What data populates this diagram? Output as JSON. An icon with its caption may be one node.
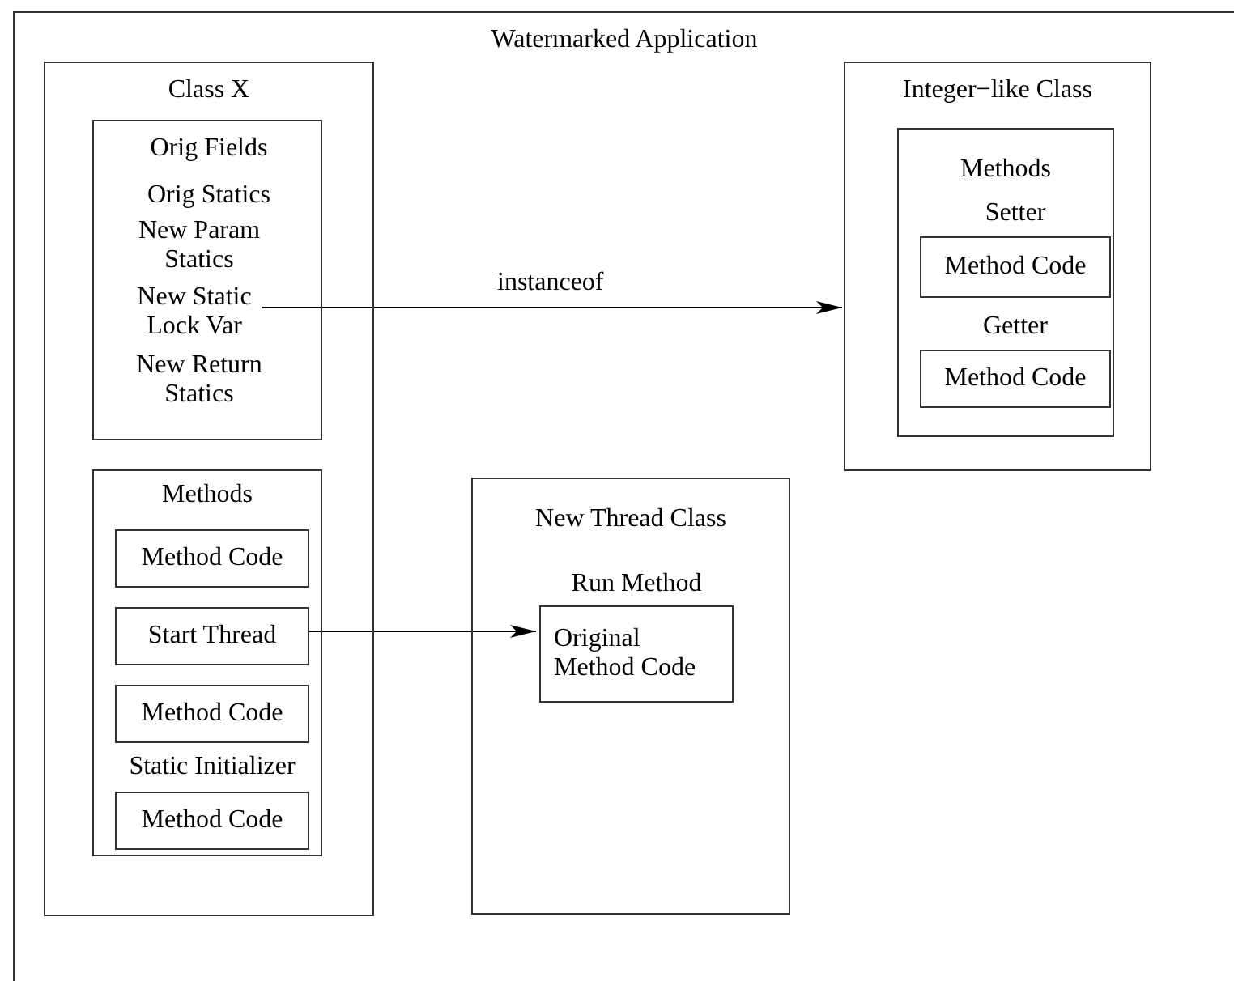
{
  "diagram": {
    "nodes": [
      {
        "text": [
          "Watermarked Application"
        ]
      },
      {
        "text": [
          "Class X"
        ],
        "in": 0
      },
      {
        "text": [],
        "shape": "box",
        "in": 1
      },
      {
        "text": [
          "Orig Fields"
        ],
        "in": 2
      },
      {
        "text": [
          "Orig Statics"
        ],
        "in": 2
      },
      {
        "text": [
          "New Param Statics"
        ],
        "in": 2
      },
      {
        "text": [
          "New Static Lock Var"
        ],
        "in": 2
      },
      {
        "text": [
          "New Return Statics"
        ],
        "in": 2
      },
      {
        "text": [
          "Methods"
        ],
        "in": 1
      },
      {
        "text": [
          "Method Code"
        ],
        "in": 8
      },
      {
        "text": [
          "Start Thread"
        ],
        "in": 8
      },
      {
        "text": [
          "Method Code"
        ],
        "in": 8
      },
      {
        "text": [
          "Static Initializer",
          "Method Code"
        ],
        "in": 8
      },
      {
        "text": [
          "Integer−like Class"
        ],
        "in": 0
      },
      {
        "text": [
          "Methods"
        ],
        "in": 13
      },
      {
        "text": [
          "Setter",
          "Method Code"
        ],
        "in": 14
      },
      {
        "text": [
          "Getter",
          "Method Code"
        ],
        "in": 14
      },
      {
        "text": [
          "New Thread Class"
        ],
        "in": 0
      },
      {
        "text": [
          "Run Method",
          "Original Method Code"
        ],
        "in": 17
      }
    ],
    "edges": [
      {
        "from": 6,
        "to": 13,
        "arrow": "to",
        "label": "instanceof"
      },
      {
        "from": 10,
        "to": 18,
        "arrow": "to"
      }
    ]
  }
}
